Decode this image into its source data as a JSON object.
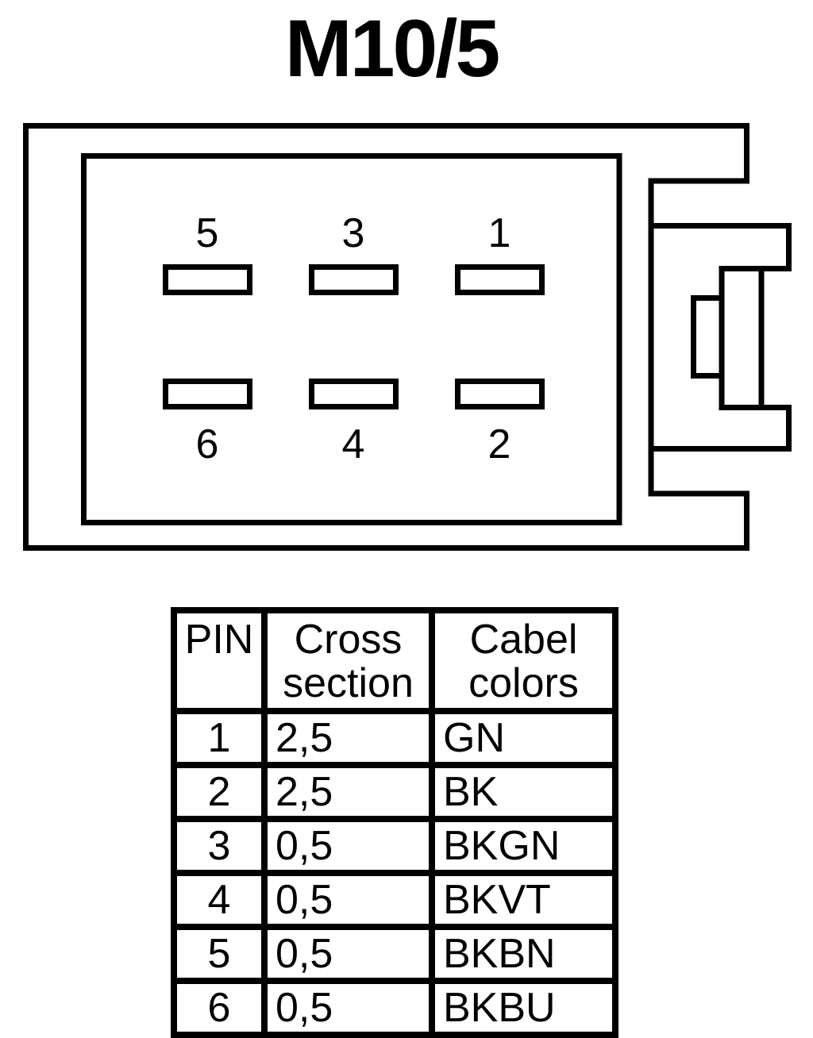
{
  "title": "M10/5",
  "colors": {
    "ink": "#000000",
    "background": "#ffffff"
  },
  "connector": {
    "pin_labels_top": [
      "5",
      "3",
      "1"
    ],
    "pin_labels_bottom": [
      "6",
      "4",
      "2"
    ]
  },
  "table": {
    "headers": [
      {
        "lines": [
          "PIN",
          ""
        ]
      },
      {
        "lines": [
          "Cross",
          "section"
        ]
      },
      {
        "lines": [
          "Cabel",
          "colors"
        ]
      }
    ],
    "rows": [
      {
        "pin": "1",
        "cross_section": "2,5",
        "cable_color": "GN"
      },
      {
        "pin": "2",
        "cross_section": "2,5",
        "cable_color": "BK"
      },
      {
        "pin": "3",
        "cross_section": "0,5",
        "cable_color": "BKGN"
      },
      {
        "pin": "4",
        "cross_section": "0,5",
        "cable_color": "BKVT"
      },
      {
        "pin": "5",
        "cross_section": "0,5",
        "cable_color": "BKBN"
      },
      {
        "pin": "6",
        "cross_section": "0,5",
        "cable_color": "BKBU"
      }
    ]
  }
}
